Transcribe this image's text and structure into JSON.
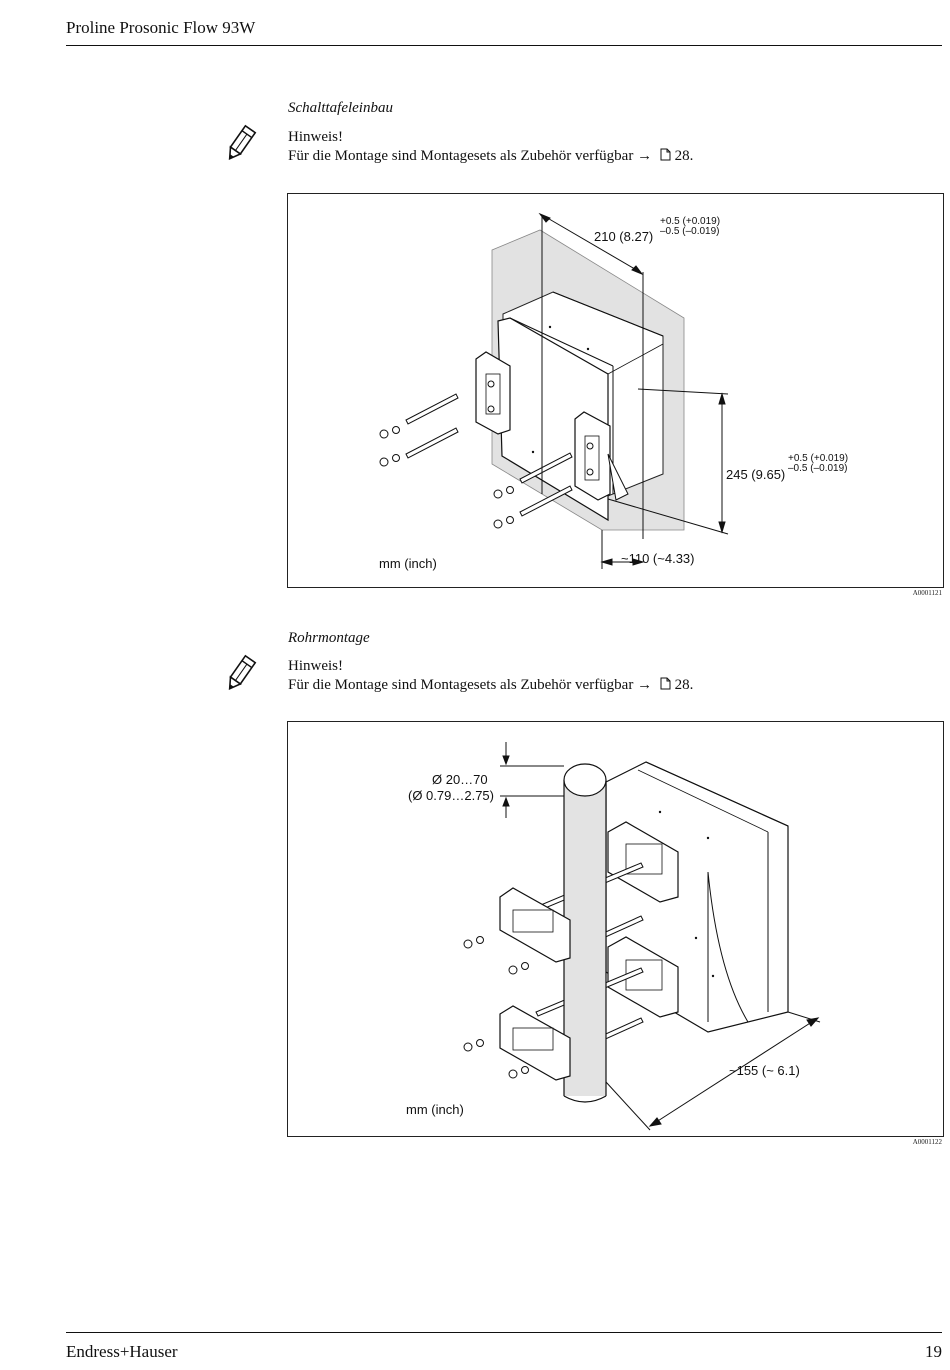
{
  "header": {
    "title": "Proline Prosonic Flow 93W"
  },
  "sections": [
    {
      "title": "Schalttafeleinbau",
      "note_label": "Hinweis!",
      "note_text": "Für die Montage sind Montagesets als Zubehör verfügbar →",
      "page_ref": "28.",
      "figure": {
        "dim_width": "210 (8.27)",
        "tol_w_plus": "+0.5 (+0.019)",
        "tol_w_minus": "–0.5 (–0.019)",
        "dim_height": "245 (9.65)",
        "tol_h_plus": "+0.5 (+0.019)",
        "tol_h_minus": "–0.5 (–0.019)",
        "dim_depth": "~110 (~4.33)",
        "units": "mm (inch)",
        "figure_id": "A0001121"
      }
    },
    {
      "title": "Rohrmontage",
      "note_label": "Hinweis!",
      "note_text": "Für die Montage sind Montagesets als Zubehör verfügbar →",
      "page_ref": "28.",
      "figure": {
        "dim_diameter_mm": "Ø 20…70",
        "dim_diameter_in": "(Ø 0.79…2.75)",
        "dim_depth": "~155 (~ 6.1)",
        "units": "mm (inch)",
        "figure_id": "A0001122"
      }
    }
  ],
  "footer": {
    "company": "Endress+Hauser",
    "page_number": "19"
  }
}
